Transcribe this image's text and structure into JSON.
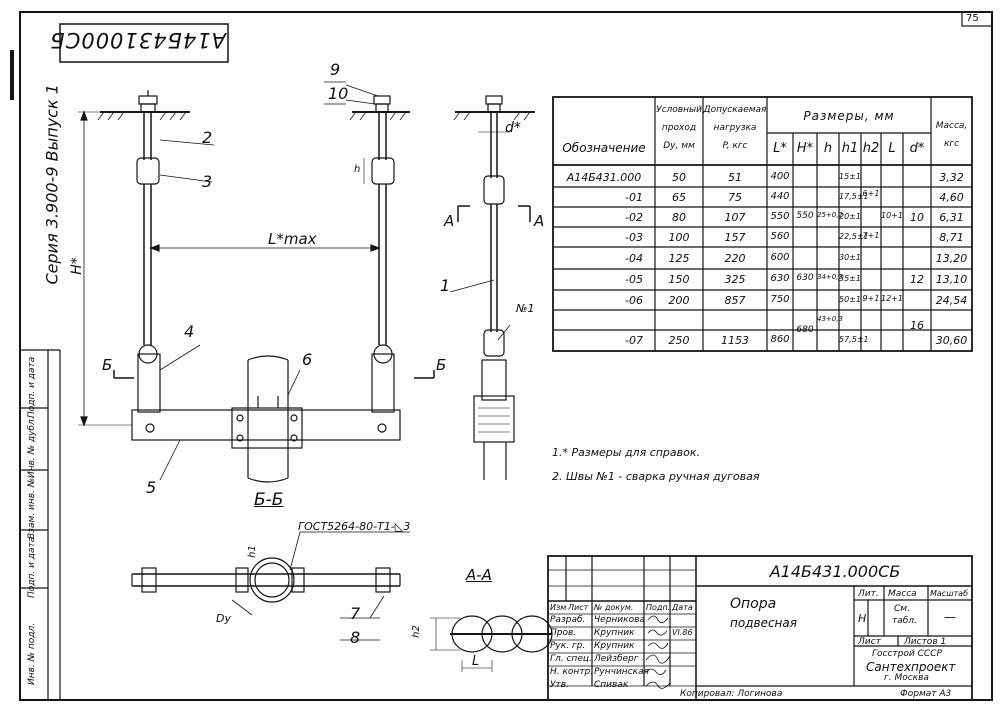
{
  "sheet_number": "75",
  "code_rotated": "А14Б431000СБ",
  "series": "Серия 3.900-9 Выпуск 1",
  "left_strip": [
    "Инв. № подл.",
    "Подп. и дата",
    "Взам. инв. №",
    "Инв. № дубл.",
    "Подп. и дата"
  ],
  "drawing_labels": {
    "callouts": [
      "9",
      "10",
      "2",
      "3",
      "4",
      "5",
      "6",
      "1",
      "7",
      "8"
    ],
    "L_max": "L*max",
    "H": "H*",
    "h": "h",
    "d": "d*",
    "seam": "№1",
    "A_left": "A",
    "A_right": "A",
    "B_left": "Б",
    "B_right": "Б",
    "section_bb": "Б-Б",
    "section_aa": "А-А",
    "gost": "ГОСТ5264-80-Т1-◺3",
    "h1": "h1",
    "Dy": "Dy",
    "h2": "h2",
    "L_small": "L"
  },
  "spec_table": {
    "headers": {
      "designation": "Обозначение",
      "dy": [
        "Условный",
        "проход",
        "Dу, мм"
      ],
      "load": [
        "Допускаемая",
        "нагрузка",
        "P, кгс"
      ],
      "dims": "Размеры, мм",
      "mass": [
        "Масса,",
        "кгс"
      ],
      "sub": [
        "L*",
        "H*",
        "h",
        "h1",
        "h2",
        "L",
        "d*"
      ]
    },
    "rows": [
      {
        "code": "А14Б431.000",
        "dy": "50",
        "p": "51",
        "L": "400",
        "h1": "15±1",
        "mass": "3,32"
      },
      {
        "code": "-01",
        "dy": "65",
        "p": "75",
        "L": "440",
        "h1": "17,5±1",
        "mass": "4,60"
      },
      {
        "code": "-02",
        "dy": "80",
        "p": "107",
        "L": "550",
        "h1": "20±1",
        "mass": "6,31"
      },
      {
        "code": "-03",
        "dy": "100",
        "p": "157",
        "L": "560",
        "h1": "22,5±1",
        "mass": "8,71"
      },
      {
        "code": "-04",
        "dy": "125",
        "p": "220",
        "L": "600",
        "h1": "30±1",
        "mass": "13,20"
      },
      {
        "code": "-05",
        "dy": "150",
        "p": "325",
        "L": "630",
        "h1": "35±1",
        "mass": "13,10"
      },
      {
        "code": "-06",
        "dy": "200",
        "p": "857",
        "L": "750",
        "h1": "50±1",
        "mass": "24,54"
      },
      {
        "code": "-07",
        "dy": "250",
        "p": "1153",
        "L": "860",
        "h1": "57,5±1",
        "mass": "30,60"
      }
    ],
    "merged": {
      "H1": "550",
      "h_1": "25+0,2",
      "h2_1": "6+1",
      "h2_2": "7+1",
      "Lg1": "10+1",
      "d1": "10",
      "H2": "630",
      "h_2": "34+0,3",
      "h2_3": "9+1",
      "Lg2": "12+1",
      "d2": "12",
      "H3": "680",
      "h_3": "43+0,3",
      "d3": "16"
    }
  },
  "notes": [
    "1.* Размеры для справок.",
    "2. Швы №1 - сварка ручная дуговая"
  ],
  "title_block": {
    "code": "А14Б431.000СБ",
    "name": [
      "Опора",
      "подвесная"
    ],
    "lit": "Лит.",
    "mass_h": "Масса",
    "scale": "Масштаб",
    "lit_val": "Н",
    "mass_val": [
      "См.",
      "табл."
    ],
    "scale_val": "—",
    "sheet": "Лист",
    "sheets": "Листов 1",
    "org": [
      "Госстрой СССР",
      "Сантехпроект",
      "г. Москва"
    ],
    "head": [
      "Изм",
      "Лист",
      "№ докум.",
      "Подп.",
      "Дата"
    ],
    "roles": [
      {
        "role": "Разраб.",
        "name": "Черникова"
      },
      {
        "role": "Пров.",
        "name": "Крупник"
      },
      {
        "role": "Рук. гр.",
        "name": "Крупник"
      },
      {
        "role": "Гл. спец.",
        "name": "Лейзберг"
      },
      {
        "role": "Н. контр.",
        "name": "Рунчинская"
      },
      {
        "role": "Утв.",
        "name": "Спивак"
      }
    ],
    "date": "VI.86",
    "copied": "Копировал: Логинова",
    "format": "Формат А3"
  },
  "colors": {
    "ink": "#151515",
    "paper": "#fdfdfb"
  }
}
